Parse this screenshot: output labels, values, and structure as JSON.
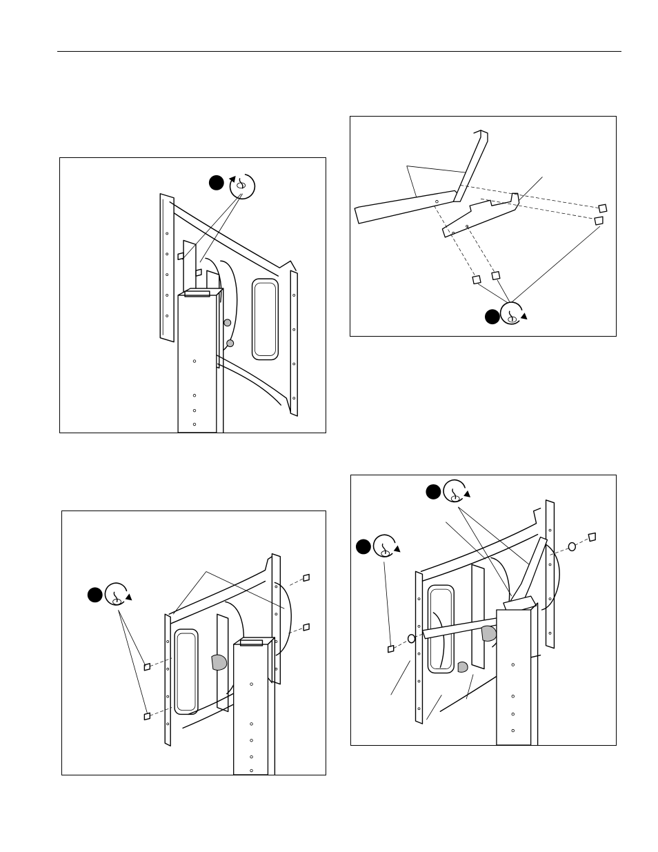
{
  "page": {
    "figures": [
      {
        "id": "fig1",
        "step_marker": "filled-circle",
        "action_icon": "turn-counterclockwise-icon"
      },
      {
        "id": "fig2",
        "step_marker": "filled-circle",
        "action_icon": "turn-clockwise-icon"
      },
      {
        "id": "fig3",
        "step_marker": "filled-circle",
        "action_icon": "turn-clockwise-icon"
      },
      {
        "id": "fig4",
        "step_marker": "filled-circle",
        "action_icon": "turn-clockwise-icon"
      }
    ]
  },
  "colors": {
    "line": "#000000",
    "background": "#ffffff",
    "shade": "#bdbdbd"
  }
}
